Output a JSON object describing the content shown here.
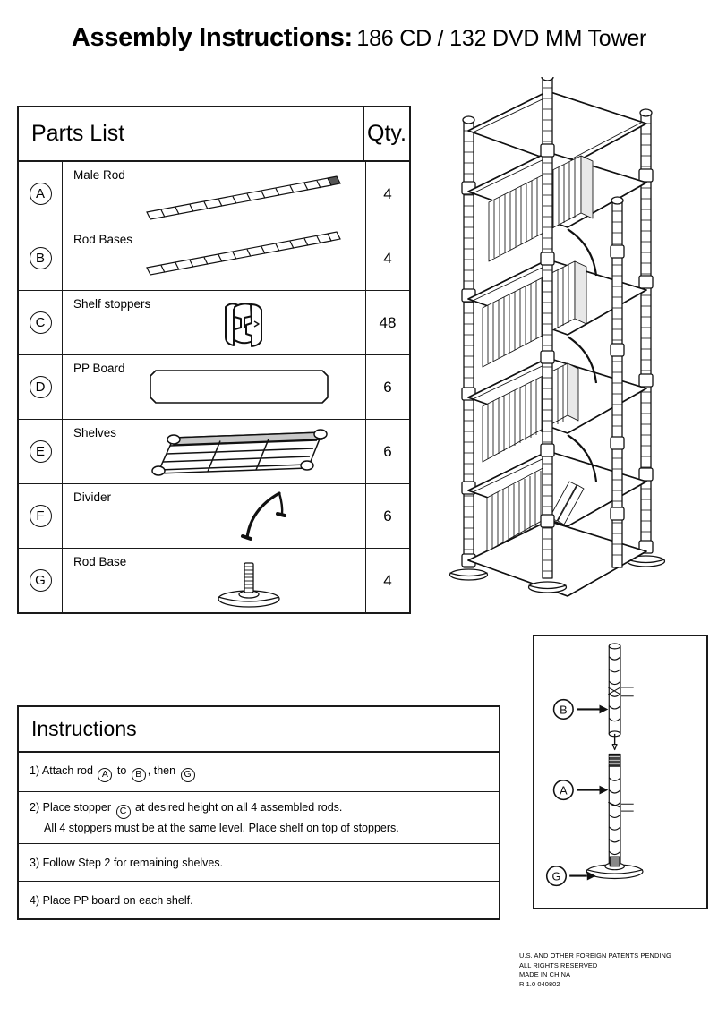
{
  "title": {
    "bold": "Assembly Instructions:",
    "product": "186 CD / 132 DVD MM Tower"
  },
  "parts_table": {
    "header_parts": "Parts List",
    "header_qty": "Qty.",
    "rows": [
      {
        "letter": "A",
        "name": "Male Rod",
        "qty": "4",
        "icon": "rod-segmented-icon"
      },
      {
        "letter": "B",
        "name": "Rod Bases",
        "qty": "4",
        "icon": "rod-segmented-icon"
      },
      {
        "letter": "C",
        "name": "Shelf stoppers",
        "qty": "48",
        "icon": "shelf-stopper-clip-icon"
      },
      {
        "letter": "D",
        "name": "PP Board",
        "qty": "6",
        "icon": "pp-board-panel-icon"
      },
      {
        "letter": "E",
        "name": "Shelves",
        "qty": "6",
        "icon": "wire-shelf-icon"
      },
      {
        "letter": "F",
        "name": "Divider",
        "qty": "6",
        "icon": "divider-wire-icon"
      },
      {
        "letter": "G",
        "name": "Rod Base",
        "qty": "4",
        "icon": "rod-base-foot-icon"
      }
    ]
  },
  "instructions": {
    "header": "Instructions",
    "steps": [
      {
        "num": "1)",
        "pre": "Attach rod",
        "c1": "A",
        "mid": "to",
        "c2": "B",
        "post": ", then",
        "c3": "G"
      },
      {
        "num": "2)",
        "pre": "Place stopper",
        "c1": "C",
        "post": "at desired height on all 4 assembled rods.",
        "line2": "All 4 stoppers must be at the same level.  Place shelf on top of stoppers."
      },
      {
        "num": "3)",
        "text": "Follow Step 2 for remaining shelves."
      },
      {
        "num": "4)",
        "text": "Place PP board on each shelf."
      }
    ]
  },
  "rod_detail": {
    "labels": [
      {
        "letter": "B",
        "target": "rod-base-upper"
      },
      {
        "letter": "A",
        "target": "male-rod"
      },
      {
        "letter": "G",
        "target": "rod-base-foot"
      }
    ]
  },
  "footer": {
    "line1": "U.S. AND OTHER FOREIGN PATENTS PENDING",
    "line2": "ALL RIGHTS RESERVED",
    "line3": "MADE IN CHINA",
    "line4": "R 1.0  040802"
  },
  "colors": {
    "ink": "#1a1a1a",
    "paper": "#ffffff"
  }
}
